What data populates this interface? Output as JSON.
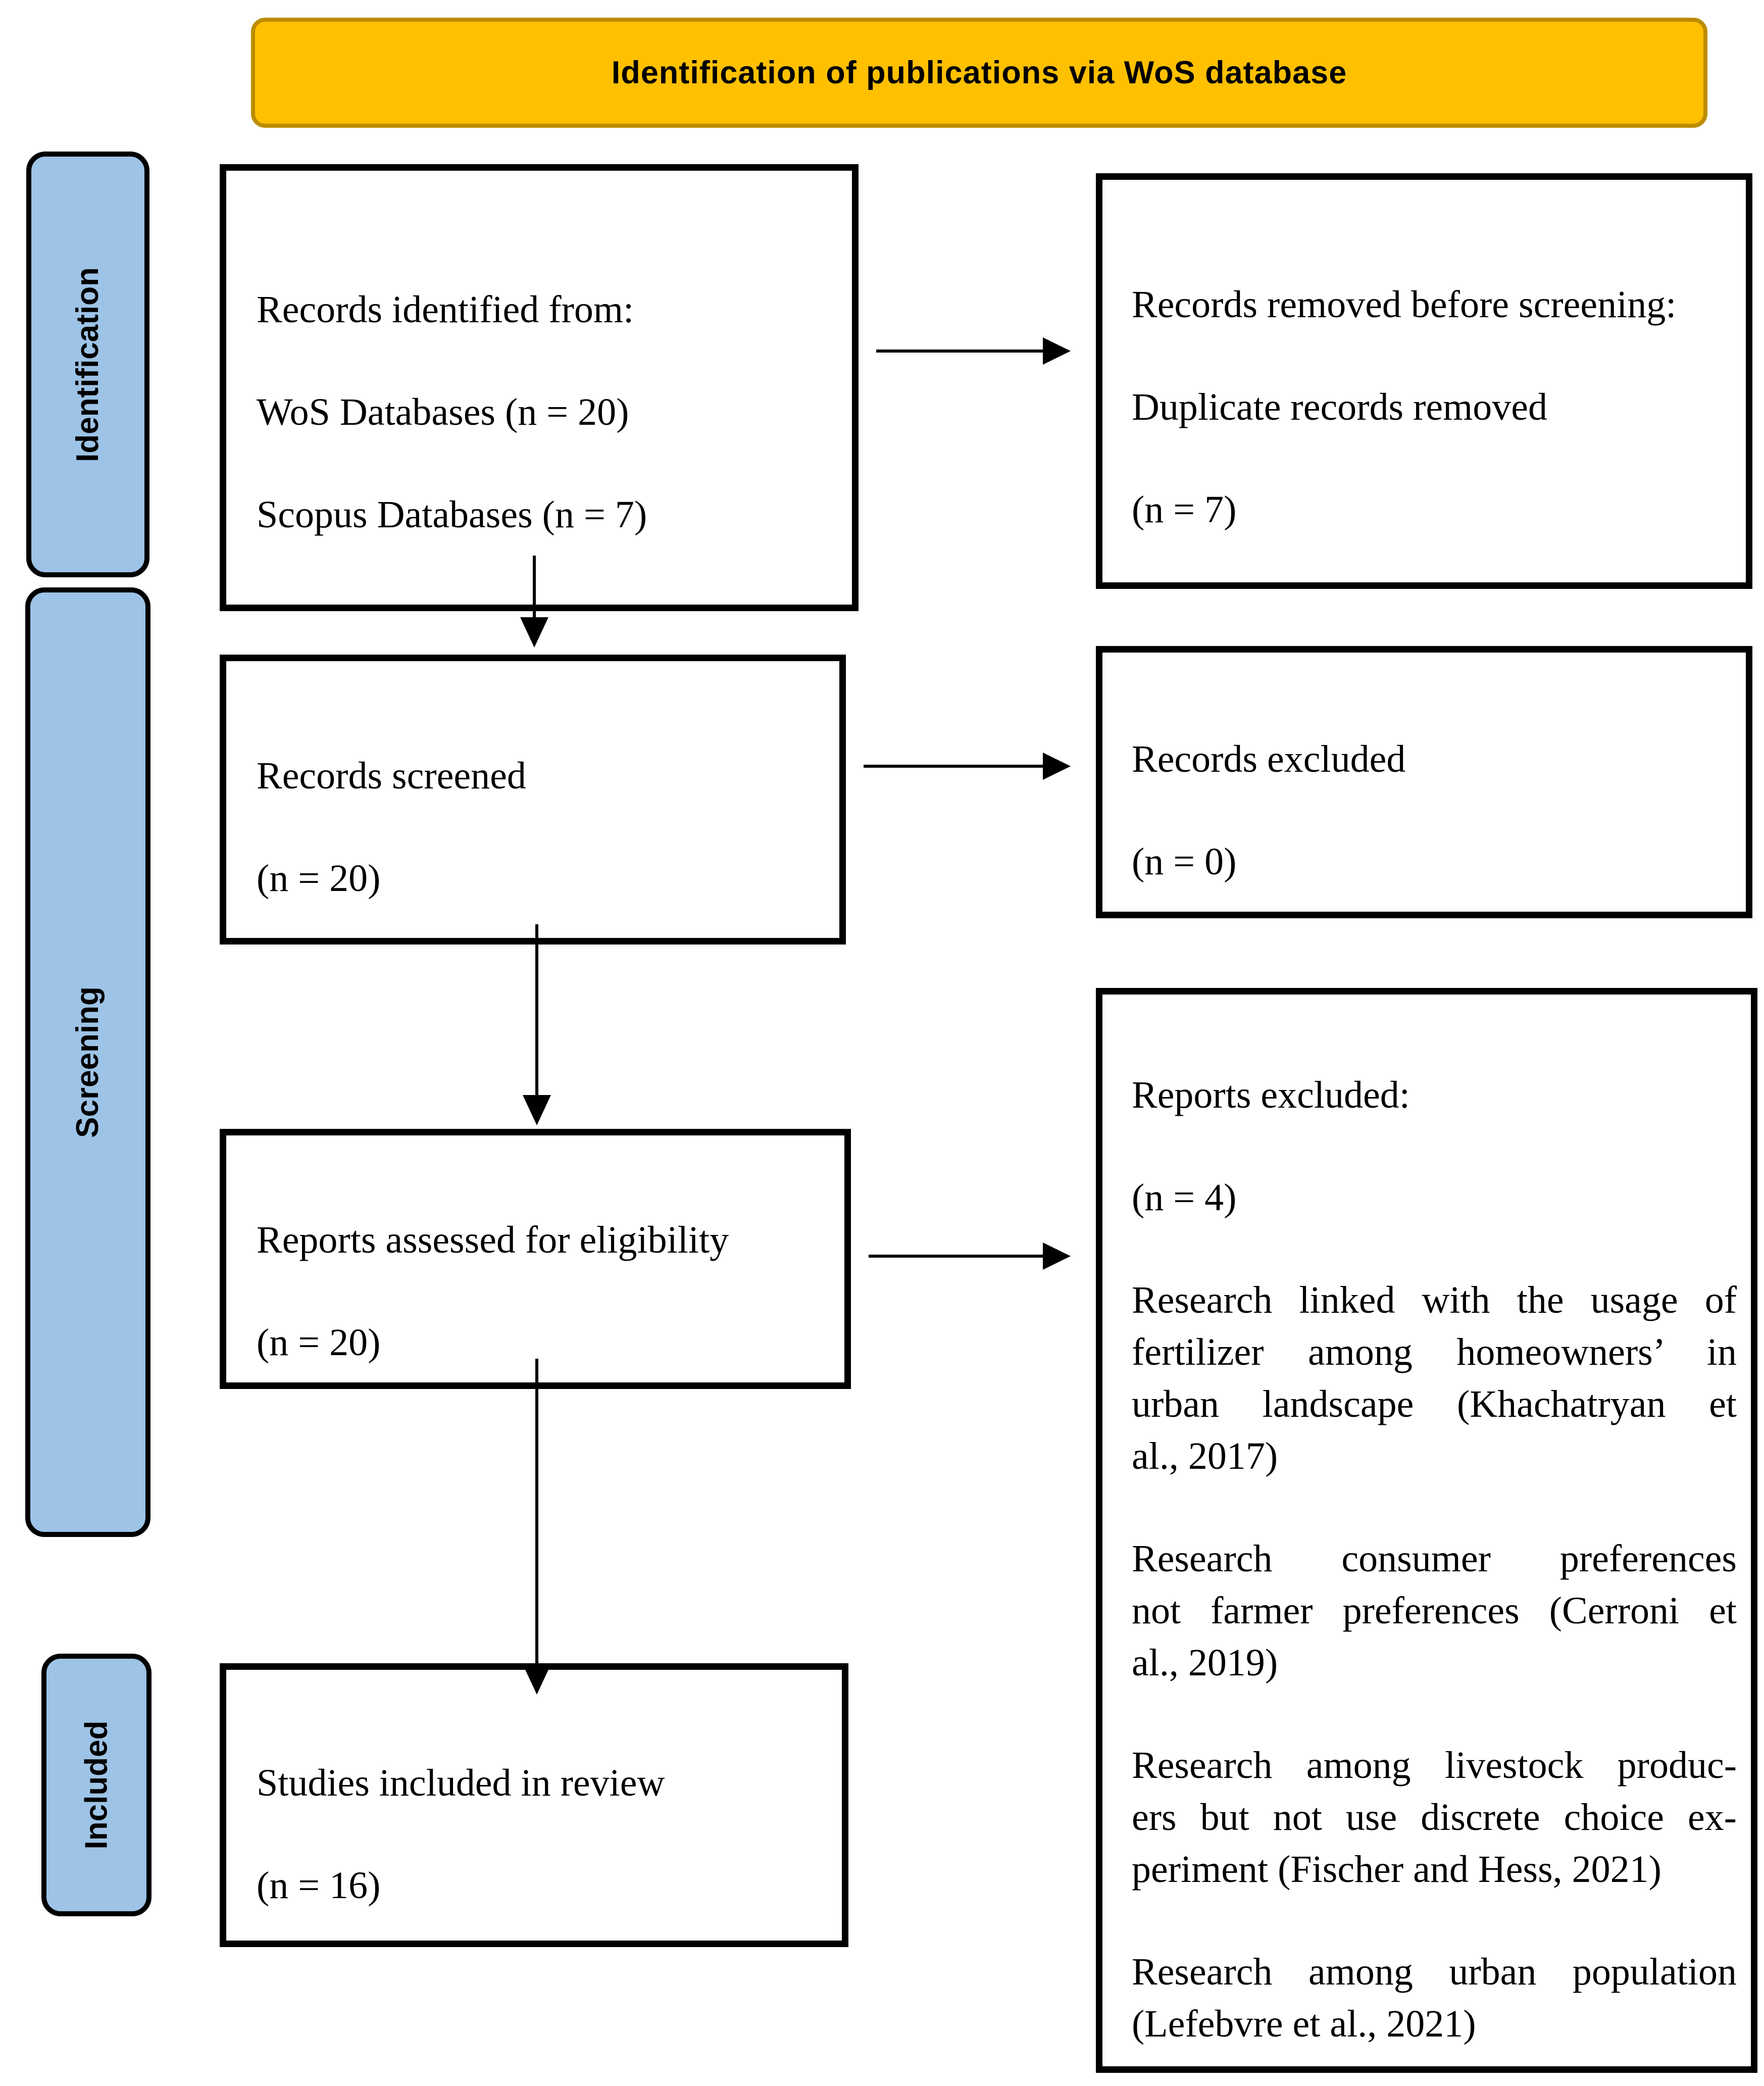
{
  "title": "Identification of publications via WoS database",
  "colors": {
    "header_bg": "#FFC000",
    "header_border": "#BC8C00",
    "sidebar_bg": "#9DC3E6",
    "sidebar_border": "#000000",
    "box_bg": "#FFFFFF",
    "box_border": "#000000",
    "arrow": "#000000",
    "text": "#000000"
  },
  "sidebar": {
    "items": [
      {
        "label": "Identification"
      },
      {
        "label": "Screening"
      },
      {
        "label": "Included"
      }
    ]
  },
  "boxes": {
    "records_identified": {
      "lines": [
        "Records identified from:",
        "WoS Databases (n = 20)",
        "Scopus Databases (n = 7)"
      ]
    },
    "records_removed": {
      "lines": [
        "Records removed before screening:",
        "Duplicate records removed",
        "(n = 7)"
      ]
    },
    "records_screened": {
      "lines": [
        "Records screened",
        "(n = 20)"
      ]
    },
    "records_excluded": {
      "lines": [
        "Records excluded",
        "(n = 0)"
      ]
    },
    "reports_assessed": {
      "lines": [
        "Reports assessed for eligibility",
        "(n = 20)"
      ]
    },
    "reports_excluded": {
      "heading": "Reports excluded:",
      "count": "(n = 4)",
      "reasons": [
        {
          "lines": [
            "Research linked with the usage of",
            "fertilizer among homeowners’ in",
            "urban landscape (Khachatryan et",
            "al., 2017)"
          ]
        },
        {
          "lines": [
            "Research consumer preferences",
            "not farmer preferences (Cerroni et",
            "al., 2019)"
          ]
        },
        {
          "lines": [
            "Research among livestock produc-",
            "ers but not use discrete choice ex-",
            "periment (Fischer and Hess, 2021)"
          ]
        },
        {
          "lines": [
            "Research among urban population",
            "(Lefebvre et al., 2021)"
          ]
        }
      ]
    },
    "studies_included": {
      "lines": [
        "Studies included in review",
        "(n = 16)"
      ]
    }
  }
}
